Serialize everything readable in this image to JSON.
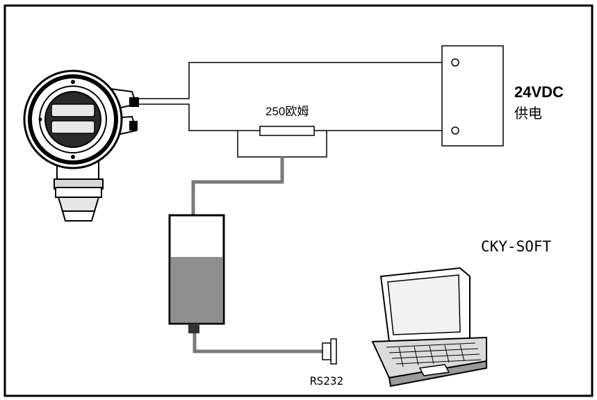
{
  "labels": {
    "resistor": "250欧姆",
    "power_voltage": "24VDC",
    "power_supply": "供电",
    "software": "CKY-SOFT",
    "port": "RS232"
  },
  "icons": {
    "transmitter": "pressure-transmitter-icon",
    "modem": "hart-modem-icon",
    "laptop": "laptop-icon",
    "connector": "rs232-connector-icon"
  },
  "colors": {
    "line": "#000000",
    "cable": "#7a7a7a",
    "modem_fill": "#8f8f8f",
    "laptop_body": "#dcdcdc"
  }
}
